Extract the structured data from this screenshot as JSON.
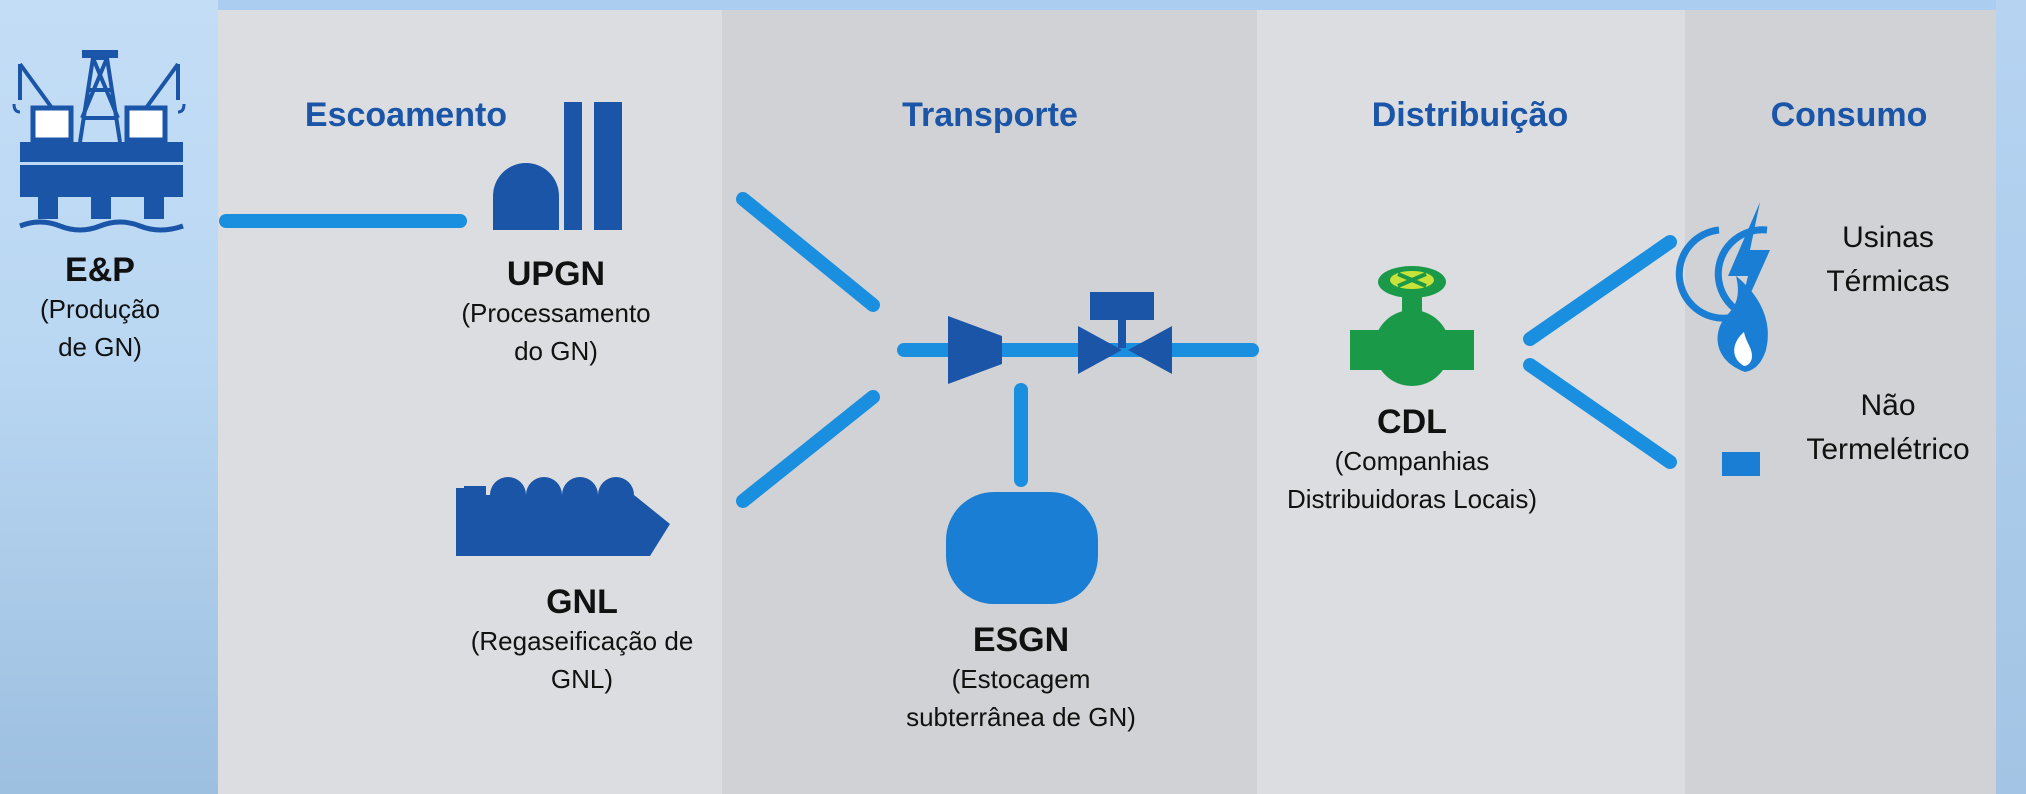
{
  "headers": {
    "escoamento": "Escoamento",
    "transporte": "Transporte",
    "distribuicao": "Distribuição",
    "consumo": "Consumo"
  },
  "nodes": {
    "ep": {
      "name": "E&P",
      "desc_1": "(Produção",
      "desc_2": "de GN)",
      "icon": "offshore-platform-icon"
    },
    "upgn": {
      "name": "UPGN",
      "desc_1": "(Processamento",
      "desc_2": "do GN)",
      "icon": "processing-plant-icon"
    },
    "gnl": {
      "name": "GNL",
      "desc_1": "(Regaseificação de",
      "desc_2": "GNL)",
      "icon": "lng-ship-icon"
    },
    "esgn": {
      "name": "ESGN",
      "desc_1": "(Estocagem",
      "desc_2": "subterrânea de GN)",
      "icon": "storage-tank-icon"
    },
    "cdl": {
      "name": "CDL",
      "desc_1": "(Companhias",
      "desc_2": "Distribuidoras Locais)",
      "icon": "valve-icon"
    },
    "usinas": {
      "line_1": "Usinas",
      "line_2": "Térmicas",
      "icon": "lightning-icon"
    },
    "nao_termeletrico": {
      "line_1": "Não",
      "line_2": "Termelétrico",
      "icon": "flame-icon"
    }
  },
  "colors": {
    "pipe": "#1a8fdf",
    "icon_blue": "#1b55a8",
    "header_blue": "#1b55a8",
    "valve_green": "#1a9a48",
    "valve_yellow": "#c9e23a"
  }
}
